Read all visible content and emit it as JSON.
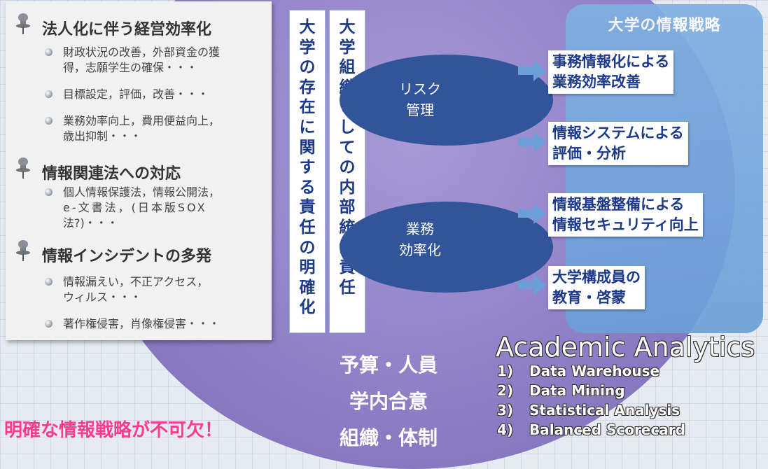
{
  "background": {
    "canvas": "#e6ebf2",
    "ellipse": "#8f7fc6",
    "panel": "#6c9fd8"
  },
  "left_panel": {
    "sections": [
      {
        "heading": "法人化に伴う経営効率化",
        "icon": "pushpin-icon",
        "items": [
          {
            "lines": [
              "財政状況の改善，外部資金の獲",
              "得，志願学生の確保・・・"
            ]
          },
          {
            "lines": [
              "目標設定，評価，改善・・・"
            ]
          },
          {
            "lines": [
              "業務効率向上，費用便益向上，",
              "歳出抑制・・・"
            ]
          }
        ]
      },
      {
        "heading": "情報関連法への対応",
        "icon": "pushpin-icon",
        "items": [
          {
            "lines": [
              "個人情報保護法，情報公開法，",
              "e-文書法，(日本版SOX",
              "法?)・・・"
            ]
          }
        ]
      },
      {
        "heading": "情報インシデントの多発",
        "icon": "pushpin-icon",
        "items": [
          {
            "lines": [
              "情報漏えい，不正アクセス，",
              "ウィルス・・・"
            ]
          },
          {
            "lines": [
              "著作権侵害，肖像権侵害・・・"
            ]
          }
        ]
      }
    ]
  },
  "vertical_labels": [
    {
      "text": "大学の存在に関する責任の明確化"
    },
    {
      "text": "大学組織としての内部統制責任"
    }
  ],
  "ellipses": [
    {
      "lines": [
        "リスク",
        "管理"
      ]
    },
    {
      "lines": [
        "業務",
        "効率化"
      ]
    }
  ],
  "center_words": [
    "予算・人員",
    "学内合意",
    "組織・体制"
  ],
  "strategy_panel": {
    "title": "大学の情報戦略",
    "items": [
      {
        "lines": [
          "事務情報化による",
          "業務効率改善"
        ]
      },
      {
        "lines": [
          "情報システムによる",
          "評価・分析"
        ]
      },
      {
        "lines": [
          "情報基盤整備による",
          "情報セキュリティ向上"
        ]
      },
      {
        "lines": [
          "大学構成員の",
          "教育・啓蒙"
        ]
      }
    ]
  },
  "callout": "明確な情報戦略が不可欠！",
  "academic_analytics": {
    "title": "Academic Analytics",
    "items": [
      {
        "num": "1)",
        "label": "Data Warehouse"
      },
      {
        "num": "2)",
        "label": "Data Mining"
      },
      {
        "num": "3)",
        "label": "Statistical Analysis"
      },
      {
        "num": "4)",
        "label": "Balanced Scorecard"
      }
    ]
  }
}
